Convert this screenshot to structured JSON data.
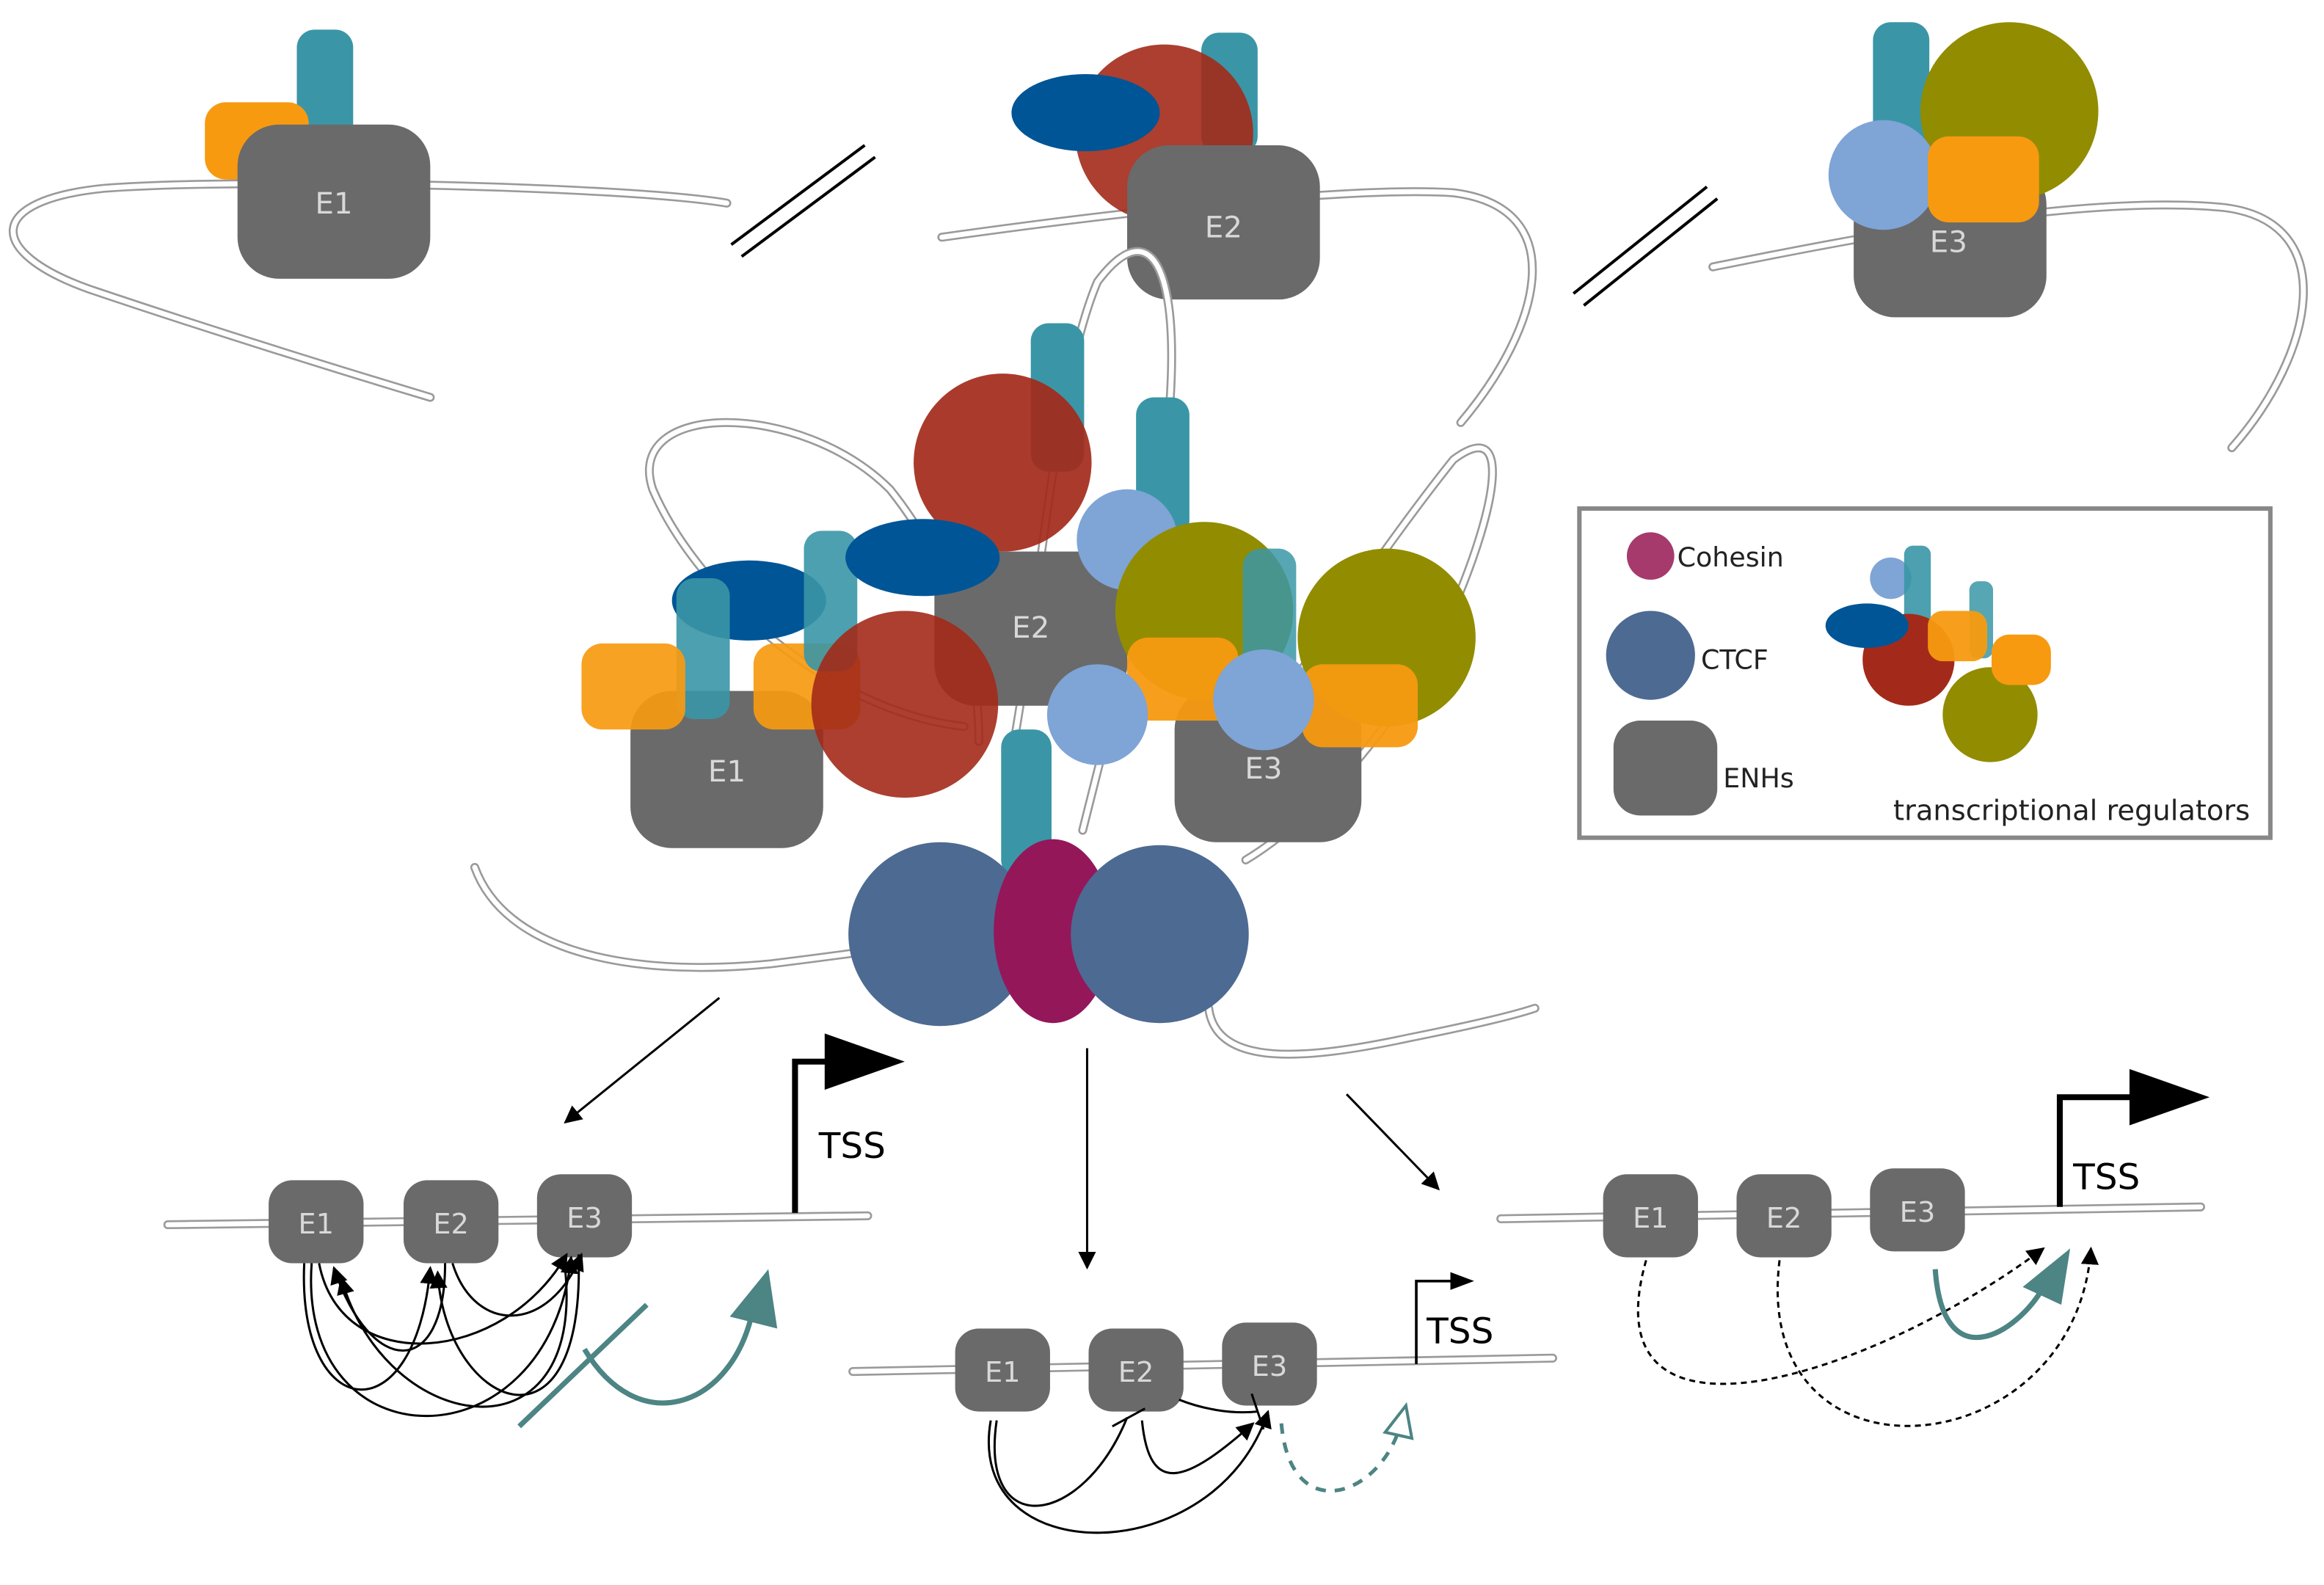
{
  "labels": {
    "e1": "E1",
    "e2": "E2",
    "e3": "E3",
    "tss": "TSS"
  },
  "legend": {
    "cohesin": "Cohesin",
    "ctcf": "CTCF",
    "enhancers": "ENHs",
    "regulators": "transcriptional regulators"
  },
  "colors": {
    "enhancer": "#6a6a6a",
    "cohesin": "#94175a",
    "cohesin_legend": "#a63a6d",
    "ctcf": "#4d6a92",
    "red_regulator": "#a32a1a",
    "olive_regulator": "#928c00",
    "navy_regulator": "#005596",
    "light_blue_regulator": "#7fa4d6",
    "orange_regulator": "#f79a10",
    "teal_regulator": "#3a96a6",
    "activation_arrow": "#4d8484"
  }
}
